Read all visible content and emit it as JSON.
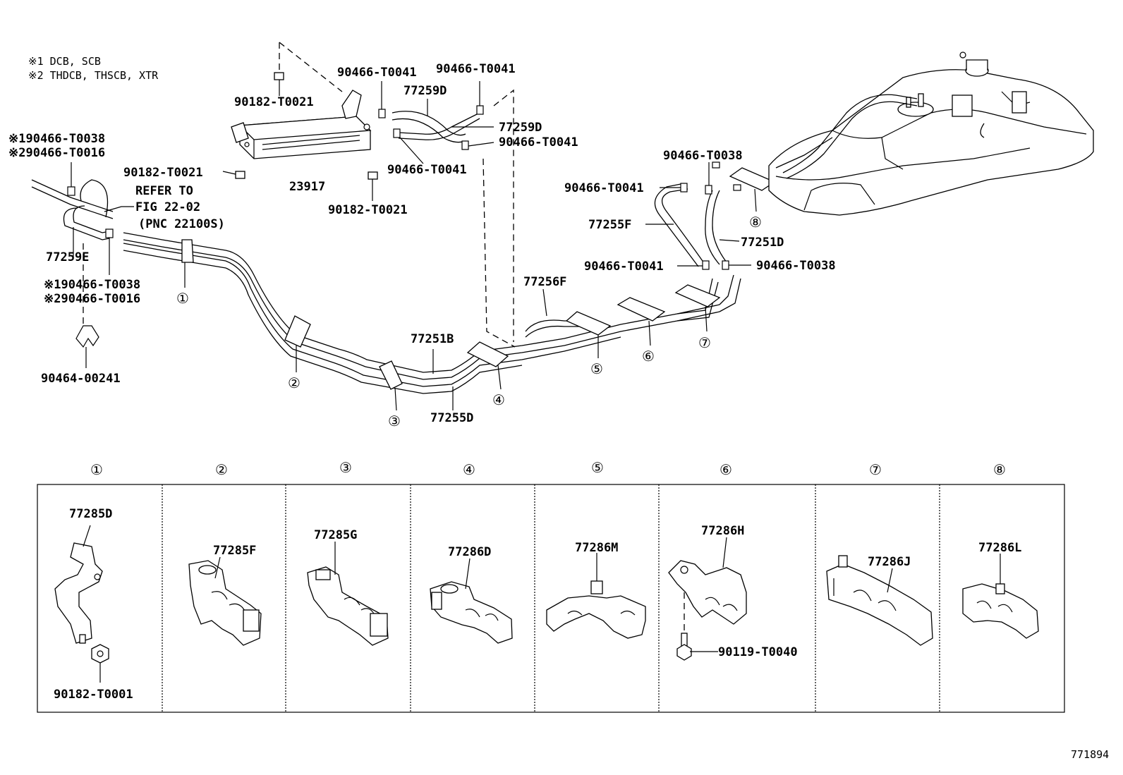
{
  "notes": {
    "note1": "※1 DCB, SCB",
    "note2": "※2 THDCB, THSCB, XTR"
  },
  "labels": {
    "p_90182_t0021_a": "90182-T0021",
    "p_90182_t0021_b": "90182-T0021",
    "p_90182_t0021_c": "90182-T0021",
    "p_90466_t0041_a": "90466-T0041",
    "p_90466_t0041_b": "90466-T0041",
    "p_90466_t0041_c": "90466-T0041",
    "p_90466_t0041_d": "90466-T0041",
    "p_90466_t0041_e": "90466-T0041",
    "p_90466_t0041_f": "90466-T0041",
    "p_77259d_a": "77259D",
    "p_77259d_b": "77259D",
    "p_23917": "23917",
    "p_n1_90466_t0038_a": "※190466-T0038",
    "p_n2_90466_t0016_a": "※290466-T0016",
    "p_n1_90466_t0038_b": "※190466-T0038",
    "p_n2_90466_t0016_b": "※290466-T0016",
    "refer_line1": "REFER TO",
    "refer_line2": "FIG 22-02",
    "refer_line3": "(PNC 22100S)",
    "p_77259e": "77259E",
    "p_90464_00241": "90464-00241",
    "p_77251b": "77251B",
    "p_77255d": "77255D",
    "p_77256f": "77256F",
    "p_90466_t0038_a": "90466-T0038",
    "p_90466_t0038_b": "90466-T0038",
    "p_77255f": "77255F",
    "p_77251d": "77251D",
    "ref_code": "771894"
  },
  "clamp_callouts": [
    "①",
    "②",
    "③",
    "④",
    "⑤",
    "⑥",
    "⑦",
    "⑧"
  ],
  "clamp_table": [
    {
      "num": "①",
      "parts": [
        "77285D",
        "90182-T0001"
      ]
    },
    {
      "num": "②",
      "parts": [
        "77285F"
      ]
    },
    {
      "num": "③",
      "parts": [
        "77285G"
      ]
    },
    {
      "num": "④",
      "parts": [
        "77286D"
      ]
    },
    {
      "num": "⑤",
      "parts": [
        "77286M"
      ]
    },
    {
      "num": "⑥",
      "parts": [
        "77286H",
        "90119-T0040"
      ]
    },
    {
      "num": "⑦",
      "parts": [
        "77286J"
      ]
    },
    {
      "num": "⑧",
      "parts": [
        "77286L"
      ]
    }
  ]
}
